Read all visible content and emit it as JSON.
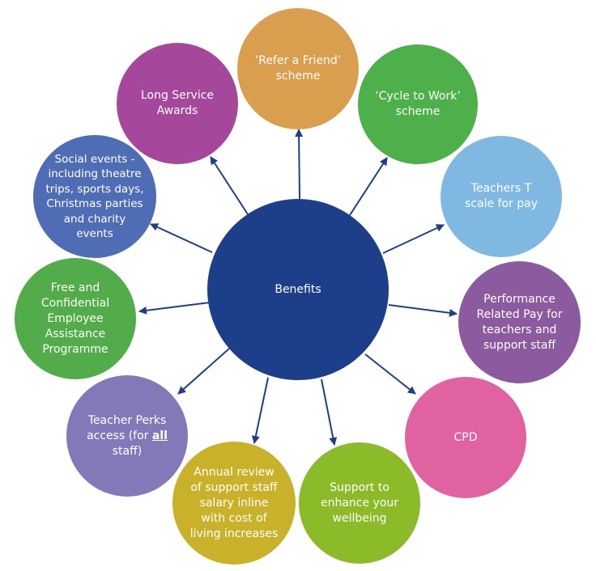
{
  "center": {
    "label": "Benefits",
    "color": "#1d3f8a"
  },
  "arrow_color": "#1d3f8a",
  "nodes": [
    {
      "id": "refer-a-friend",
      "lines": [
        "‘Refer a Friend’",
        "scheme"
      ],
      "color": "#d99f4e"
    },
    {
      "id": "cycle-to-work",
      "lines": [
        "‘Cycle to Work’",
        "scheme"
      ],
      "color": "#4db04a"
    },
    {
      "id": "teachers-t-scale",
      "lines": [
        "Teachers T",
        "scale for pay"
      ],
      "color": "#7fb9e2"
    },
    {
      "id": "performance-related-pay",
      "lines": [
        "Performance",
        "Related Pay for",
        "teachers and",
        "support staff"
      ],
      "color": "#8c5a9e"
    },
    {
      "id": "cpd",
      "lines": [
        "CPD"
      ],
      "color": "#e062a0"
    },
    {
      "id": "support-wellbeing",
      "lines": [
        "Support to",
        "enhance your",
        "wellbeing"
      ],
      "color": "#8cbb2a"
    },
    {
      "id": "annual-review",
      "lines": [
        "Annual review",
        "of support staff",
        "salary inline",
        "with cost of",
        "living increases"
      ],
      "color": "#c9b22a"
    },
    {
      "id": "teacher-perks",
      "lines_pre": [
        "Teacher Perks",
        "access (for "
      ],
      "emph": "all",
      "lines_post": [
        "staff)"
      ],
      "color": "#8479b8"
    },
    {
      "id": "employee-assistance",
      "lines": [
        "Free and",
        "Confidential",
        "Employee",
        "Assistance",
        "Programme"
      ],
      "color": "#52ac4a"
    },
    {
      "id": "social-events",
      "lines": [
        "Social events -",
        "including theatre",
        "trips, sports days,",
        "Christmas parties",
        "and charity",
        "events"
      ],
      "color": "#4f6db5"
    },
    {
      "id": "long-service-awards",
      "lines": [
        "Long Service",
        "Awards"
      ],
      "color": "#a5479a"
    }
  ],
  "text": {
    "refer_1": "‘Refer a Friend’",
    "refer_2": "scheme",
    "cycle_1": "‘Cycle to Work’",
    "cycle_2": "scheme",
    "teachers_1": "Teachers T",
    "teachers_2": "scale for pay",
    "perf_1": "Performance",
    "perf_2": "Related Pay for",
    "perf_3": "teachers and",
    "perf_4": "support staff",
    "cpd_1": "CPD",
    "well_1": "Support to",
    "well_2": "enhance your",
    "well_3": "wellbeing",
    "annual_1": "Annual review",
    "annual_2": "of support staff",
    "annual_3": "salary inline",
    "annual_4": "with cost of",
    "annual_5": "living increases",
    "perks_1": "Teacher Perks",
    "perks_2": "access (for ",
    "perks_emph": "all",
    "perks_3": "staff)",
    "eap_1": "Free and",
    "eap_2": "Confidential",
    "eap_3": "Employee",
    "eap_4": "Assistance",
    "eap_5": "Programme",
    "social_1": "Social events -",
    "social_2": "including theatre",
    "social_3": "trips, sports days,",
    "social_4": "Christmas parties",
    "social_5": "and charity",
    "social_6": "events",
    "long_1": "Long Service",
    "long_2": "Awards"
  }
}
